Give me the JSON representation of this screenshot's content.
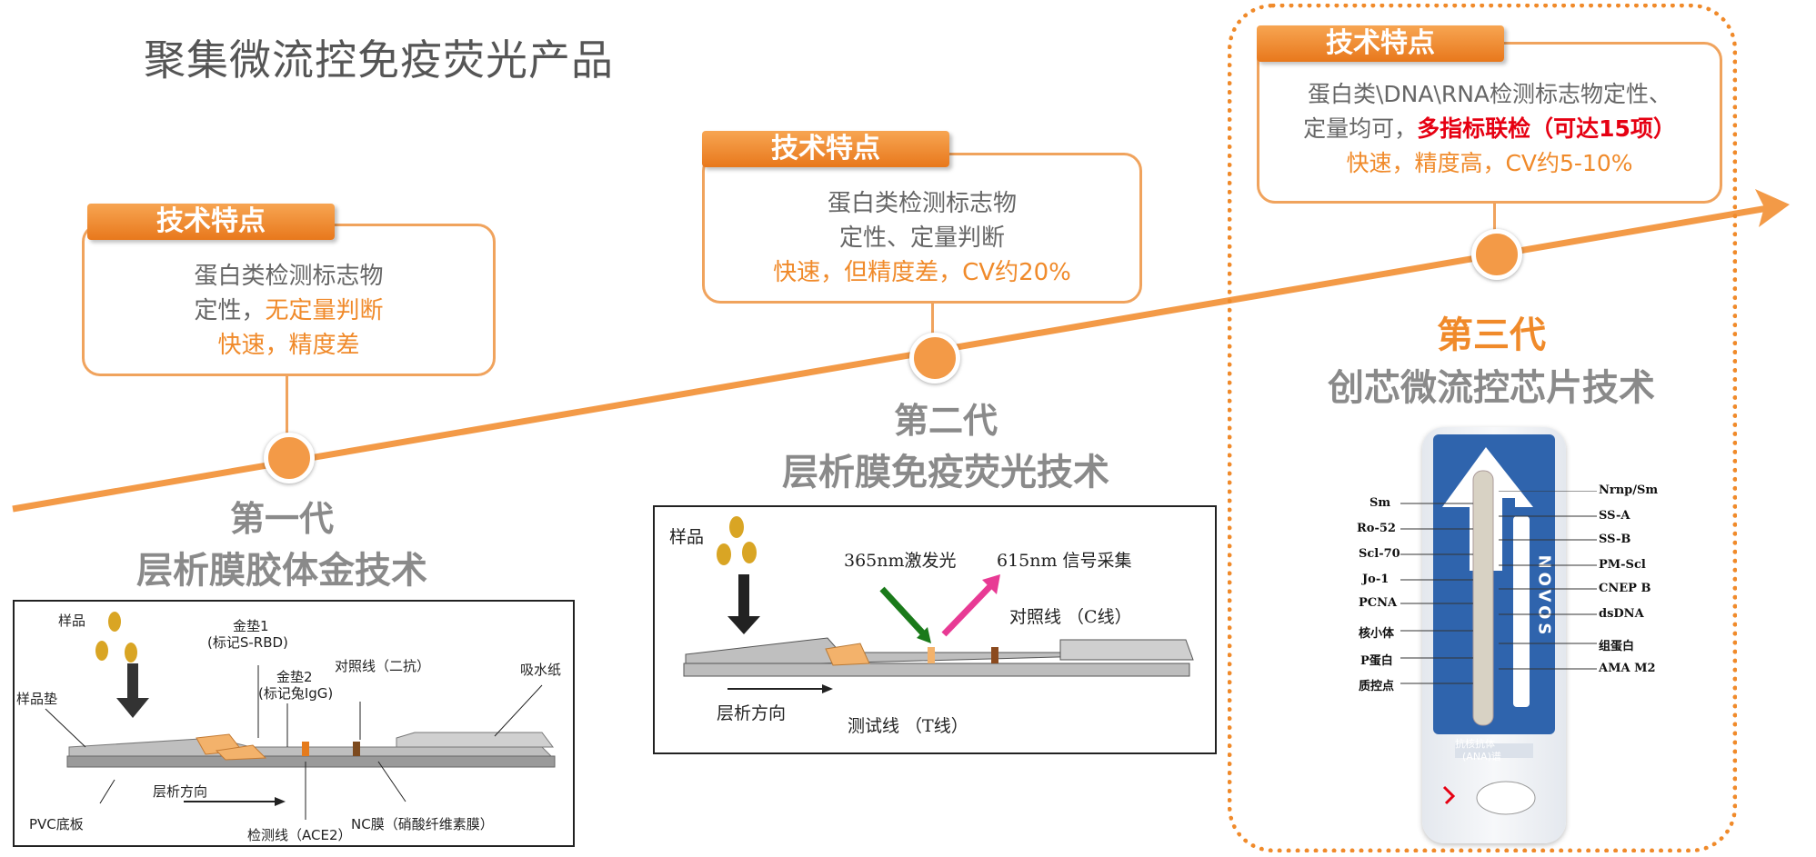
{
  "page_title": "聚集微流控免疫荧光产品",
  "stages": [
    {
      "tag": "技术特点",
      "line1": "蛋白类检测标志物",
      "line2_plain": "定性，",
      "line2_orange": "无定量判断",
      "line3_orange": "快速，精度差",
      "num": "第一代",
      "name": "层析膜胶体金技术"
    },
    {
      "tag": "技术特点",
      "line1": "蛋白类检测标志物",
      "line2": "定性、定量判断",
      "line3_orange": "快速，但精度差，CV约20%",
      "num": "第二代",
      "name": "层析膜免疫荧光技术"
    },
    {
      "tag": "技术特点",
      "line1": "蛋白类\\DNA\\RNA检测标志物定性、",
      "line2_plain": "定量均可，",
      "line2_red": "多指标联检（可达15项）",
      "line3_orange": "快速，精度高，CV约5-10%",
      "num": "第三代",
      "name": "创芯微流控芯片技术"
    }
  ],
  "diagram1": {
    "sample": "样品",
    "gold1": "金垫1",
    "gold1_sub": "(标记S-RBD)",
    "gold2": "金垫2",
    "gold2_sub": "(标记兔IgG)",
    "control_line": "对照线（二抗）",
    "absorbent": "吸水纸",
    "sample_pad": "样品垫",
    "pvc": "PVC底板",
    "direction": "层析方向",
    "test_line": "检测线（ACE2）",
    "nc": "NC膜（硝酸纤维素膜）"
  },
  "diagram2": {
    "sample": "样品",
    "excite": "365nm激发光",
    "signal": "615nm 信号采集",
    "control_line": "对照线 （C线）",
    "direction": "层析方向",
    "test_line": "测试线 （T线）"
  },
  "chip": {
    "brand": "NOVOS",
    "left_labels": [
      "Sm",
      "Ro-52",
      "Scl-70",
      "Jo-1",
      "PCNA",
      "核小体",
      "P蛋白",
      "质控点"
    ],
    "right_labels": [
      "Nrnp/Sm",
      "SS-A",
      "SS-B",
      "PM-Scl",
      "CNEP B",
      "dsDNA",
      "组蛋白",
      "AMA M2"
    ],
    "panel_name": "抗核抗体",
    "panel_sub": "(ANA)谱"
  },
  "colors": {
    "accent": "#f08a2a",
    "red": "#e60012",
    "grey_text": "#8a8a8a"
  }
}
